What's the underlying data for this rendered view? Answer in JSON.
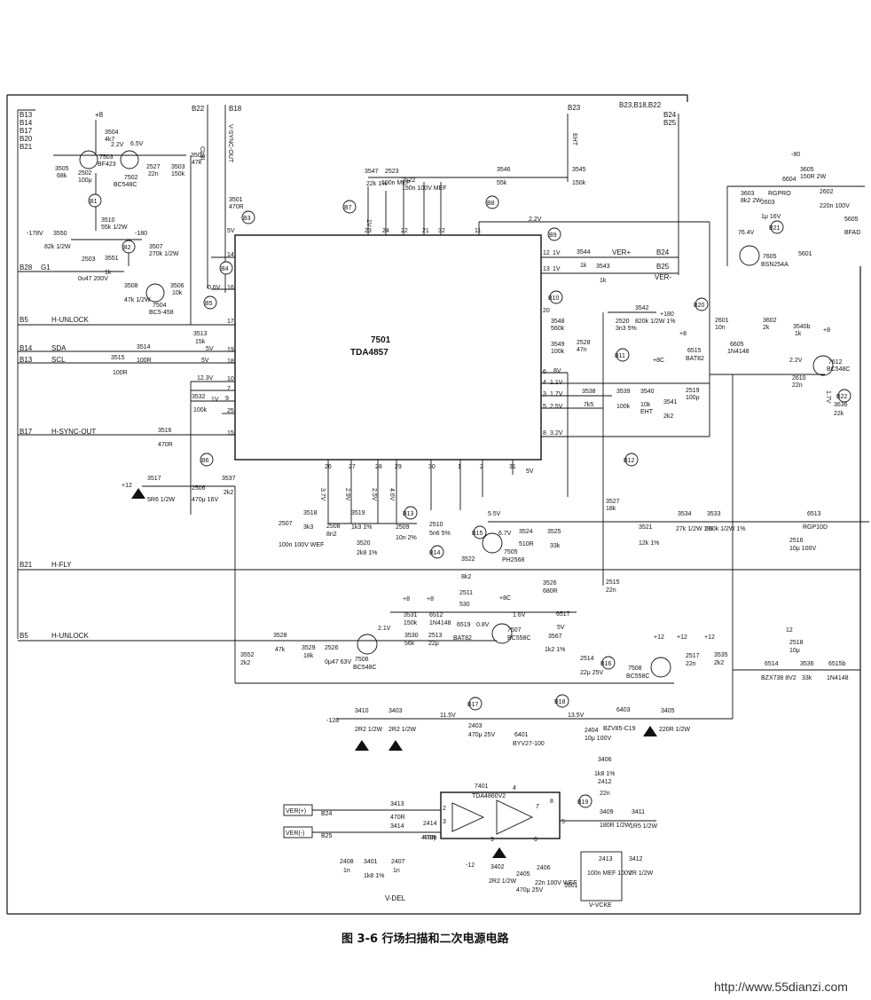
{
  "figure": {
    "caption": "图 3-6    行场扫描和二次电源电路",
    "watermark": "http://www.55dianzi.com"
  },
  "ics": [
    {
      "id": "ic-7501",
      "ref": "7501",
      "part": "TDA4857"
    },
    {
      "id": "ic-7401",
      "ref": "7401",
      "part": "TDA4860V2"
    }
  ],
  "connectors": {
    "left": [
      "B13",
      "B14",
      "B17",
      "B20",
      "B21"
    ],
    "b28": "B28",
    "b5": "B5",
    "b14": "B14",
    "b13": "B13",
    "b17": "B17",
    "b21": "B21",
    "b5b": "B5",
    "b22": "B22",
    "b18": "B18",
    "b23": "B23",
    "b_right": "B23,B18,B22",
    "b24": "B24",
    "b25": "B25",
    "b24b": "B24",
    "b25b": "B25"
  },
  "signals": {
    "h_unlock": "H-UNLOCK",
    "sda": "SDA",
    "scl": "SCL",
    "h_sync_out": "H-SYNC-OUT",
    "h_fly": "H-FLY",
    "h_unlock2": "H-UNLOCK",
    "g1": "G1",
    "clbl": "CLBL",
    "v_sync_out": "V-SYNC-OUT",
    "eht": "EHT",
    "ver_plus": "VER+",
    "ver_minus": "VER-",
    "ver_plus_box": "VER(+)",
    "ver_minus_box": "VER(-)",
    "v_del": "V-DEL",
    "v_vcke": "V-VCKE",
    "bfad": "BFAD",
    "rgpro": "RGPRO",
    "eht2": "EHT"
  },
  "test_points": [
    "B1",
    "B2",
    "B3",
    "B4",
    "B5",
    "B6",
    "B7",
    "B8",
    "B9",
    "B10",
    "B11",
    "B12",
    "B13",
    "B14",
    "B15",
    "B16",
    "B17",
    "B18",
    "B19",
    "B20",
    "B21",
    "B22"
  ],
  "components": [
    {
      "ref": "3504",
      "val": "4k7"
    },
    {
      "ref": "7503",
      "val": "BF423"
    },
    {
      "ref": "7502",
      "val": "BC548C"
    },
    {
      "ref": "3505",
      "val": "68k"
    },
    {
      "ref": "2502",
      "val": "100μ"
    },
    {
      "ref": "2527",
      "val": "22n"
    },
    {
      "ref": "3503",
      "val": "150k"
    },
    {
      "ref": "3502",
      "val": "47k"
    },
    {
      "ref": "3510",
      "val": "55k 1/2W"
    },
    {
      "ref": "3550",
      "val": "82k 1/2W"
    },
    {
      "ref": "3507",
      "val": "270k 1/2W"
    },
    {
      "ref": "2503",
      "val": "0u47 200V"
    },
    {
      "ref": "3551",
      "val": "1k"
    },
    {
      "ref": "3508",
      "val": "47k 1/2W"
    },
    {
      "ref": "7504",
      "val": "BC5-458"
    },
    {
      "ref": "3506",
      "val": "10k"
    },
    {
      "ref": "3501",
      "val": "470R"
    },
    {
      "ref": "3513",
      "val": "15k"
    },
    {
      "ref": "3514",
      "val": "100R"
    },
    {
      "ref": "3515",
      "val": "100R"
    },
    {
      "ref": "3532",
      "val": "100k"
    },
    {
      "ref": "3516",
      "val": "470R"
    },
    {
      "ref": "3517",
      "val": "5R6 1/2W"
    },
    {
      "ref": "2506",
      "val": "470μ 16V"
    },
    {
      "ref": "3537",
      "val": "2k2"
    },
    {
      "ref": "3547",
      "val": "22k 1%"
    },
    {
      "ref": "2523",
      "val": "100n MEF"
    },
    {
      "ref": "2522",
      "val": "150n 100V MEF"
    },
    {
      "ref": "3546",
      "val": "55k"
    },
    {
      "ref": "3545",
      "val": "150k"
    },
    {
      "ref": "3544",
      "val": "1k"
    },
    {
      "ref": "3543",
      "val": "1k"
    },
    {
      "ref": "3548",
      "val": "560k"
    },
    {
      "ref": "3549",
      "val": "100k"
    },
    {
      "ref": "2528",
      "val": "47n"
    },
    {
      "ref": "2520",
      "val": "3n3 5%"
    },
    {
      "ref": "3542",
      "val": "820k 1/2W 1%"
    },
    {
      "ref": "3539",
      "val": "100k"
    },
    {
      "ref": "3538",
      "val": "7k5"
    },
    {
      "ref": "3540",
      "val": "10k"
    },
    {
      "ref": "3541",
      "val": "2k2"
    },
    {
      "ref": "2519",
      "val": "100μ"
    },
    {
      "ref": "6515",
      "val": "BAT82"
    },
    {
      "ref": "2507",
      "val": "100n 100V WEF"
    },
    {
      "ref": "3518",
      "val": "3k3"
    },
    {
      "ref": "2508",
      "val": "8n2"
    },
    {
      "ref": "3519",
      "val": "1k3 1%"
    },
    {
      "ref": "3520",
      "val": "2k8 1%"
    },
    {
      "ref": "2509",
      "val": "10n 2%"
    },
    {
      "ref": "2510",
      "val": "5n6 5%"
    },
    {
      "ref": "3527",
      "val": "18k"
    },
    {
      "ref": "3524",
      "val": "510R"
    },
    {
      "ref": "3525",
      "val": "33k"
    },
    {
      "ref": "7505",
      "val": "PH2568"
    },
    {
      "ref": "3522",
      "val": "8k2"
    },
    {
      "ref": "3526",
      "val": "680R"
    },
    {
      "ref": "2511",
      "val": "530"
    },
    {
      "ref": "2515",
      "val": "22n"
    },
    {
      "ref": "3521",
      "val": "12k 1%"
    },
    {
      "ref": "3534",
      "val": "27k 1/2W 1%"
    },
    {
      "ref": "3533",
      "val": "100k 1/2W 1%"
    },
    {
      "ref": "6513",
      "val": "RGP10D"
    },
    {
      "ref": "2516",
      "val": "10μ 100V"
    },
    {
      "ref": "3531",
      "val": "150k"
    },
    {
      "ref": "6512",
      "val": "1N4148"
    },
    {
      "ref": "3530",
      "val": "56k"
    },
    {
      "ref": "2513",
      "val": "22μ"
    },
    {
      "ref": "6519",
      "val": "BAT82"
    },
    {
      "ref": "6517",
      "val": ""
    },
    {
      "ref": "3567",
      "val": "1k2 1%"
    },
    {
      "ref": "7507",
      "val": "BC558C"
    },
    {
      "ref": "2514",
      "val": "22μ 25V"
    },
    {
      "ref": "3528",
      "val": "47k"
    },
    {
      "ref": "3529",
      "val": "18k"
    },
    {
      "ref": "2526",
      "val": "0μ47 63V"
    },
    {
      "ref": "7506",
      "val": "BC548C"
    },
    {
      "ref": "3552",
      "val": "2k2"
    },
    {
      "ref": "7508",
      "val": "BC558C"
    },
    {
      "ref": "2517",
      "val": "22n"
    },
    {
      "ref": "3535",
      "val": "2k2"
    },
    {
      "ref": "6514",
      "val": "BZX738 8V2"
    },
    {
      "ref": "3536",
      "val": "33k"
    },
    {
      "ref": "6515b",
      "val": "1N4148"
    },
    {
      "ref": "2518",
      "val": "10μ"
    },
    {
      "ref": "3605",
      "val": "150R 2W"
    },
    {
      "ref": "6604",
      "val": ""
    },
    {
      "ref": "3603",
      "val": "8k2 2W"
    },
    {
      "ref": "2603",
      "val": "1μ 16V"
    },
    {
      "ref": "2602",
      "val": "220n 100V"
    },
    {
      "ref": "5605",
      "val": ""
    },
    {
      "ref": "5601",
      "val": ""
    },
    {
      "ref": "7605",
      "val": "BSN254A"
    },
    {
      "ref": "2601",
      "val": "10n"
    },
    {
      "ref": "3602",
      "val": "2k"
    },
    {
      "ref": "6605",
      "val": "1N4148"
    },
    {
      "ref": "3540b",
      "val": "1k"
    },
    {
      "ref": "7612",
      "val": "BC548C"
    },
    {
      "ref": "2610",
      "val": "22n"
    },
    {
      "ref": "3636",
      "val": "22k"
    },
    {
      "ref": "3410",
      "val": "2R2 1/2W"
    },
    {
      "ref": "3403",
      "val": "2R2 1/2W"
    },
    {
      "ref": "2403",
      "val": "470μ 25V"
    },
    {
      "ref": "6401",
      "val": "BYV27-100"
    },
    {
      "ref": "6403",
      "val": "BZV85-C19"
    },
    {
      "ref": "2404",
      "val": "10μ 100V"
    },
    {
      "ref": "3405",
      "val": "220R 1/2W"
    },
    {
      "ref": "3406",
      "val": "1k8 1%"
    },
    {
      "ref": "2412",
      "val": "22n"
    },
    {
      "ref": "3413",
      "val": "470R"
    },
    {
      "ref": "3414",
      "val": "470R"
    },
    {
      "ref": "2414",
      "val": "470p"
    },
    {
      "ref": "3409",
      "val": "180R 1/2W"
    },
    {
      "ref": "3411",
      "val": "1R5 1/2W"
    },
    {
      "ref": "2408",
      "val": "1n"
    },
    {
      "ref": "3401",
      "val": "1k8 1%"
    },
    {
      "ref": "2407",
      "val": "1n"
    },
    {
      "ref": "3402",
      "val": "2R2 1/2W"
    },
    {
      "ref": "2405",
      "val": "470μ 25V"
    },
    {
      "ref": "2406",
      "val": "22n 100V WEF"
    },
    {
      "ref": "2413",
      "val": "100n MEF 100V"
    },
    {
      "ref": "3412",
      "val": "2R 1/2W"
    },
    {
      "ref": "1601",
      "val": ""
    }
  ],
  "voltages": {
    "v_plus8": "+8",
    "v_minus178": "-178V",
    "v_minus180": "-180",
    "v_2_2": "2.2V",
    "v_6_5": "6.5V",
    "v_0_6": "0.6V",
    "v_5v": "5V",
    "v_5v2": "5V",
    "v_5v3": "5V",
    "v_12_3": "12.3V",
    "v_1v": "1V",
    "v_plus12": "+12",
    "v_3_7": "3.7V",
    "v_2_9": "2.9V",
    "v_2_5": "2.5V",
    "v_4_6": "4.6V",
    "v_1v_b": "1V",
    "v_1v_c": "1V",
    "v_8v": "8V",
    "v_1_1": "1.1V",
    "v_1_7": "1.7V",
    "v_2_5b": "2.5V",
    "v_3_2": "3.2V",
    "v_5v4": "5V",
    "v_5_5": "5.5V",
    "v_6_7": "6.7V",
    "v_plus8c": "+8C",
    "v_plus180": "+180",
    "v_plus8b": "+8",
    "v_plus8cb": "+8C",
    "v_2_2b": "2.2V",
    "v_1_7b": "1.7V",
    "v_minus80": "-80",
    "v_76_4": "76.4V",
    "v_2_1": "2.1V",
    "v_1_6": "1.6V",
    "v_0_8": "0.8V",
    "v_minus12": "-12",
    "v_minus12b": "-12",
    "v_11_5": "11.5V",
    "v_13_5": "13.5V",
    "v_minus128": "-128",
    "v_plus12b": "+12",
    "v_plus12c": "+12",
    "v_plus12d": "+12",
    "v_plus12e": "12"
  },
  "pins_7501": [
    "23",
    "24",
    "22",
    "21",
    "32",
    "11",
    "12",
    "13",
    "14",
    "16",
    "17",
    "19",
    "18",
    "10",
    "7",
    "9",
    "25",
    "15",
    "26",
    "27",
    "28",
    "29",
    "30",
    "1",
    "2",
    "31",
    "20",
    "6",
    "4",
    "3",
    "5",
    "8"
  ],
  "pins_7401": [
    "2",
    "3",
    "4",
    "7",
    "8",
    "5",
    "6",
    "9"
  ]
}
